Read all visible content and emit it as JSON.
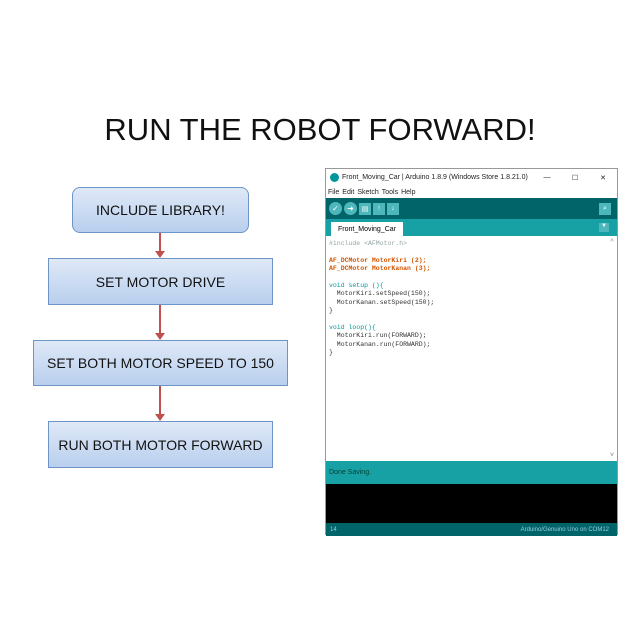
{
  "title": "RUN THE ROBOT FORWARD!",
  "flowchart": [
    "INCLUDE LIBRARY!",
    "SET MOTOR DRIVE",
    "SET BOTH MOTOR SPEED TO 150",
    "RUN BOTH MOTOR FORWARD"
  ],
  "window": {
    "title": "Front_Moving_Car | Arduino 1.8.9 (Windows Store 1.8.21.0)",
    "menu": [
      "File",
      "Edit",
      "Sketch",
      "Tools",
      "Help"
    ],
    "tab": "Front_Moving_Car",
    "status": "Done Saving.",
    "line": "14",
    "board": "Arduino/Genuino Uno on COM12",
    "code": [
      "#include <AFMotor.h>",
      "",
      "AF_DCMotor MotorKiri (2);",
      "AF_DCMotor MotorKanan (3);",
      "",
      "void setup (){",
      "  MotorKiri.setSpeed(150);",
      "  MotorKanan.setSpeed(150);",
      "}",
      "",
      "void loop(){",
      "  MotorKiri.run(FORWARD);",
      "  MotorKanan.run(FORWARD);",
      "}"
    ]
  },
  "colors": {
    "toolbar": "#006468",
    "tabbar": "#17a1a5",
    "arrow": "#c0504d"
  }
}
